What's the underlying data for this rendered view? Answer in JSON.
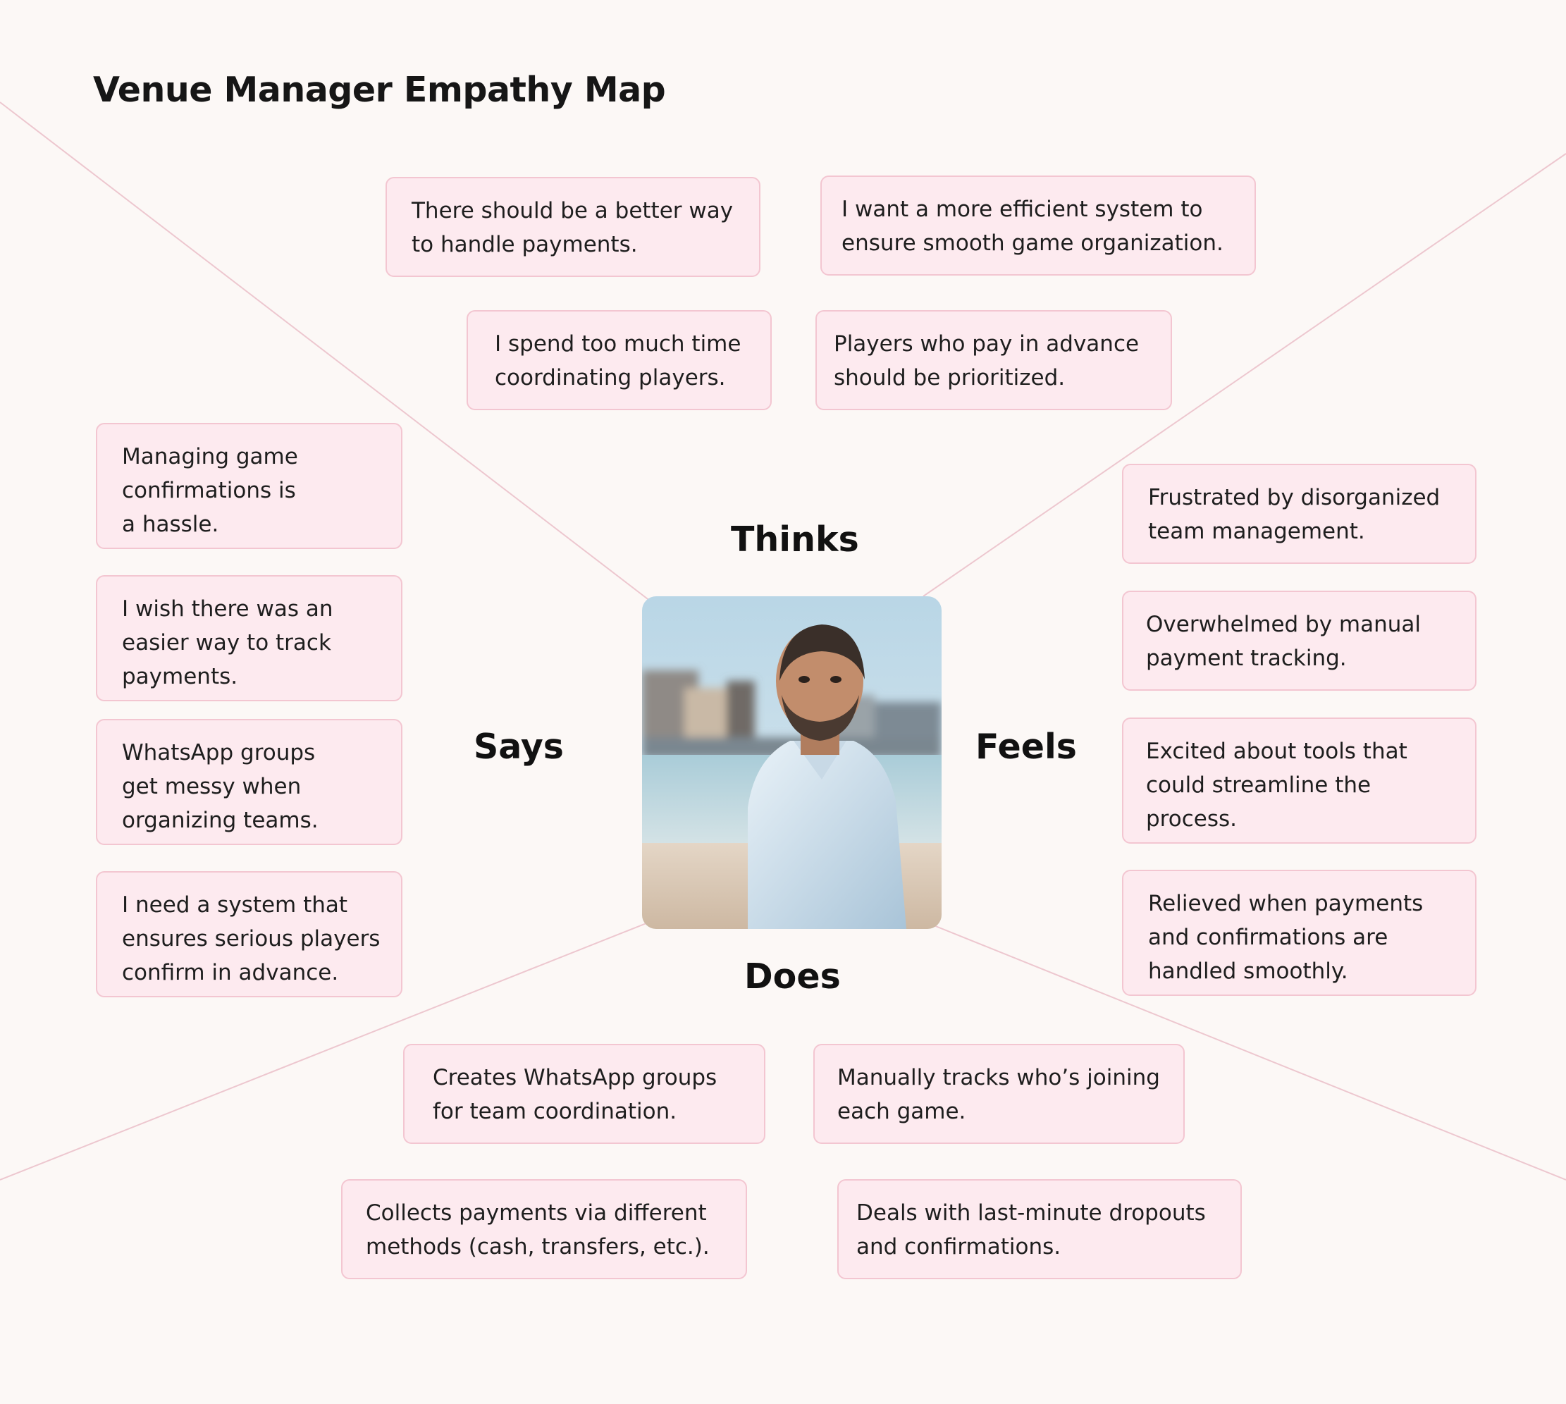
{
  "title": "Venue Manager Empathy Map",
  "colors": {
    "background": "#fcf8f6",
    "note_fill": "#fdeaef",
    "note_border": "#f3c6d1",
    "divider": "#edc7cf"
  },
  "quadrants": {
    "thinks": {
      "label": "Thinks",
      "notes": [
        "There should be a better way\nto handle payments.",
        "I want a more efficient system to\nensure smooth game organization.",
        "I spend too much time\ncoordinating players.",
        "Players who pay in advance\nshould be prioritized."
      ]
    },
    "says": {
      "label": "Says",
      "notes": [
        "Managing game\nconfirmations is\na hassle.",
        "I wish there was an\neasier way to track\npayments.",
        "WhatsApp groups\nget messy when\norganizing teams.",
        "I need a system that\nensures serious players\nconfirm in advance."
      ]
    },
    "feels": {
      "label": "Feels",
      "notes": [
        "Frustrated by disorganized\nteam management.",
        "Overwhelmed by manual\npayment tracking.",
        "Excited about tools that\ncould streamline the\nprocess.",
        "Relieved when payments\nand confirmations are\nhandled smoothly."
      ]
    },
    "does": {
      "label": "Does",
      "notes": [
        "Creates WhatsApp groups\nfor team coordination.",
        "Manually tracks who’s joining\neach game.",
        "Collects payments via different\nmethods (cash, transfers, etc.).",
        "Deals with last-minute dropouts\nand confirmations."
      ]
    }
  },
  "persona_image": {
    "subject": "portrait-photo"
  }
}
